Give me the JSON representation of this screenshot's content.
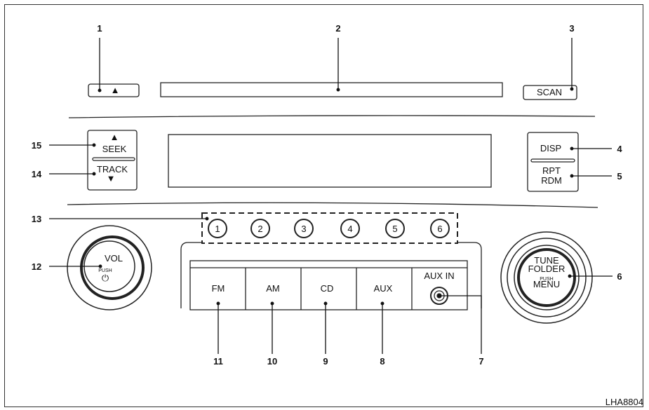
{
  "figure_ref": "LHA8804",
  "callouts": [
    "1",
    "2",
    "3",
    "4",
    "5",
    "6",
    "7",
    "8",
    "9",
    "10",
    "11",
    "12",
    "13",
    "14",
    "15"
  ],
  "buttons": {
    "eject_symbol": "▲",
    "scan": "SCAN",
    "seek": "SEEK",
    "track": "TRACK",
    "seek_up_symbol": "▲",
    "track_down_symbol": "▼",
    "disp": "DISP",
    "rpt": "RPT",
    "rdm": "RDM",
    "presets": [
      "1",
      "2",
      "3",
      "4",
      "5",
      "6"
    ],
    "fm": "FM",
    "am": "AM",
    "cd": "CD",
    "aux": "AUX",
    "aux_in": "AUX IN"
  },
  "knobs": {
    "vol": "VOL",
    "vol_push": "PUSH",
    "power_symbol": "⏻",
    "tune": "TUNE",
    "folder": "FOLDER",
    "menu_push": "PUSH",
    "menu": "MENU"
  }
}
